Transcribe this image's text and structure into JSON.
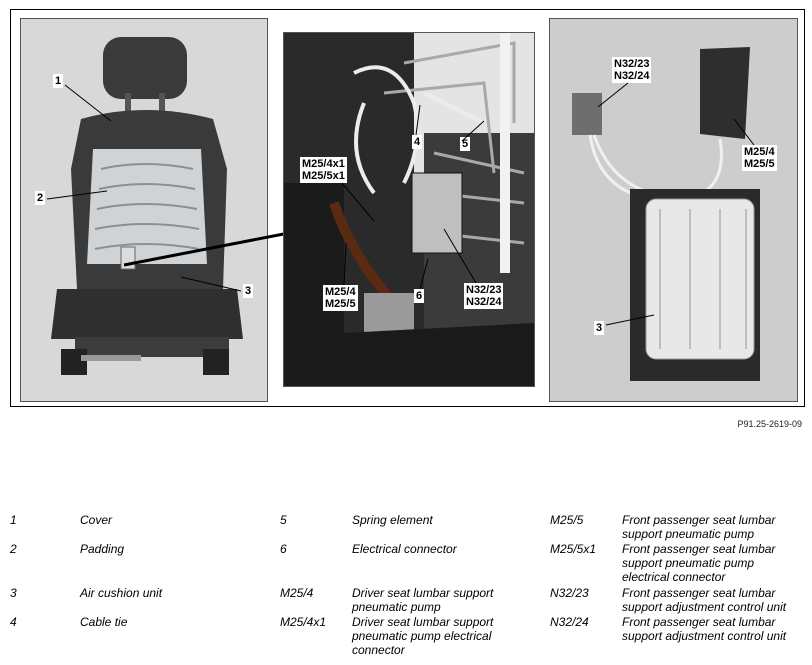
{
  "figure": {
    "left_labels": [
      "1",
      "2",
      "3"
    ],
    "middle_labels": {
      "label_4": "4",
      "label_5": "5",
      "m25_4x1": "M25/4x1\nM25/5x1",
      "m25_4": "M25/4\nM25/5",
      "label_6": "6",
      "n32_23": "N32/23\nN32/24"
    },
    "right_labels": {
      "n32_23": "N32/23\nN32/24",
      "m25_4": "M25/4\nM25/5",
      "label_3": "3"
    }
  },
  "reference_code": "P91.25-2619-09",
  "legend": [
    [
      {
        "key": "1",
        "desc": "Cover"
      },
      {
        "key": "5",
        "desc": "Spring element"
      },
      {
        "key": "M25/5",
        "desc": "Front passenger seat lumbar support pneumatic pump"
      }
    ],
    [
      {
        "key": "2",
        "desc": "Padding"
      },
      {
        "key": "6",
        "desc": "Electrical connector"
      },
      {
        "key": "M25/5x1",
        "desc": "Front passenger seat lumbar support pneumatic pump electrical connector"
      }
    ],
    [
      {
        "key": "3",
        "desc": "Air cushion unit"
      },
      {
        "key": "M25/4",
        "desc": "Driver seat lumbar support pneumatic pump"
      },
      {
        "key": "N32/23",
        "desc": "Front passenger seat lumbar support adjustment control unit"
      }
    ],
    [
      {
        "key": "4",
        "desc": "Cable tie"
      },
      {
        "key": "M25/4x1",
        "desc": "Driver seat lumbar support pneumatic pump electrical connector"
      },
      {
        "key": "N32/24",
        "desc": "Front passenger seat lumbar support adjustment control unit"
      }
    ]
  ]
}
